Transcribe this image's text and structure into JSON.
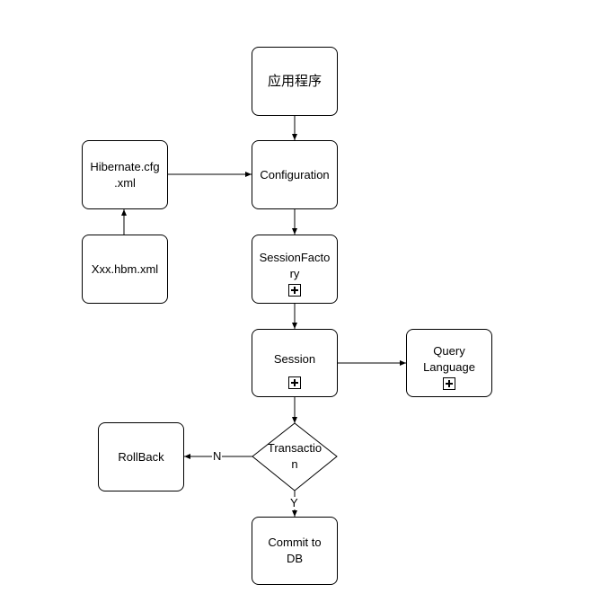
{
  "nodes": {
    "app": {
      "label": "应用程序"
    },
    "config_file": {
      "label_line1": "Hibernate.cfg",
      "label_line2": ".xml"
    },
    "mapping_file": {
      "label": "Xxx.hbm.xml"
    },
    "configuration": {
      "label": "Configuration"
    },
    "session_factory": {
      "label_line1": "SessionFacto",
      "label_line2": "ry",
      "expandable": true
    },
    "session": {
      "label": "Session",
      "expandable": true
    },
    "query_language": {
      "label_line1": "Query",
      "label_line2": "Language",
      "expandable": true
    },
    "transaction": {
      "label_line1": "Transactio",
      "label_line2": "n",
      "shape": "decision"
    },
    "rollback": {
      "label": "RollBack"
    },
    "commit": {
      "label_line1": "Commit to",
      "label_line2": "DB"
    }
  },
  "edges": {
    "no_label": "N",
    "yes_label": "Y"
  }
}
